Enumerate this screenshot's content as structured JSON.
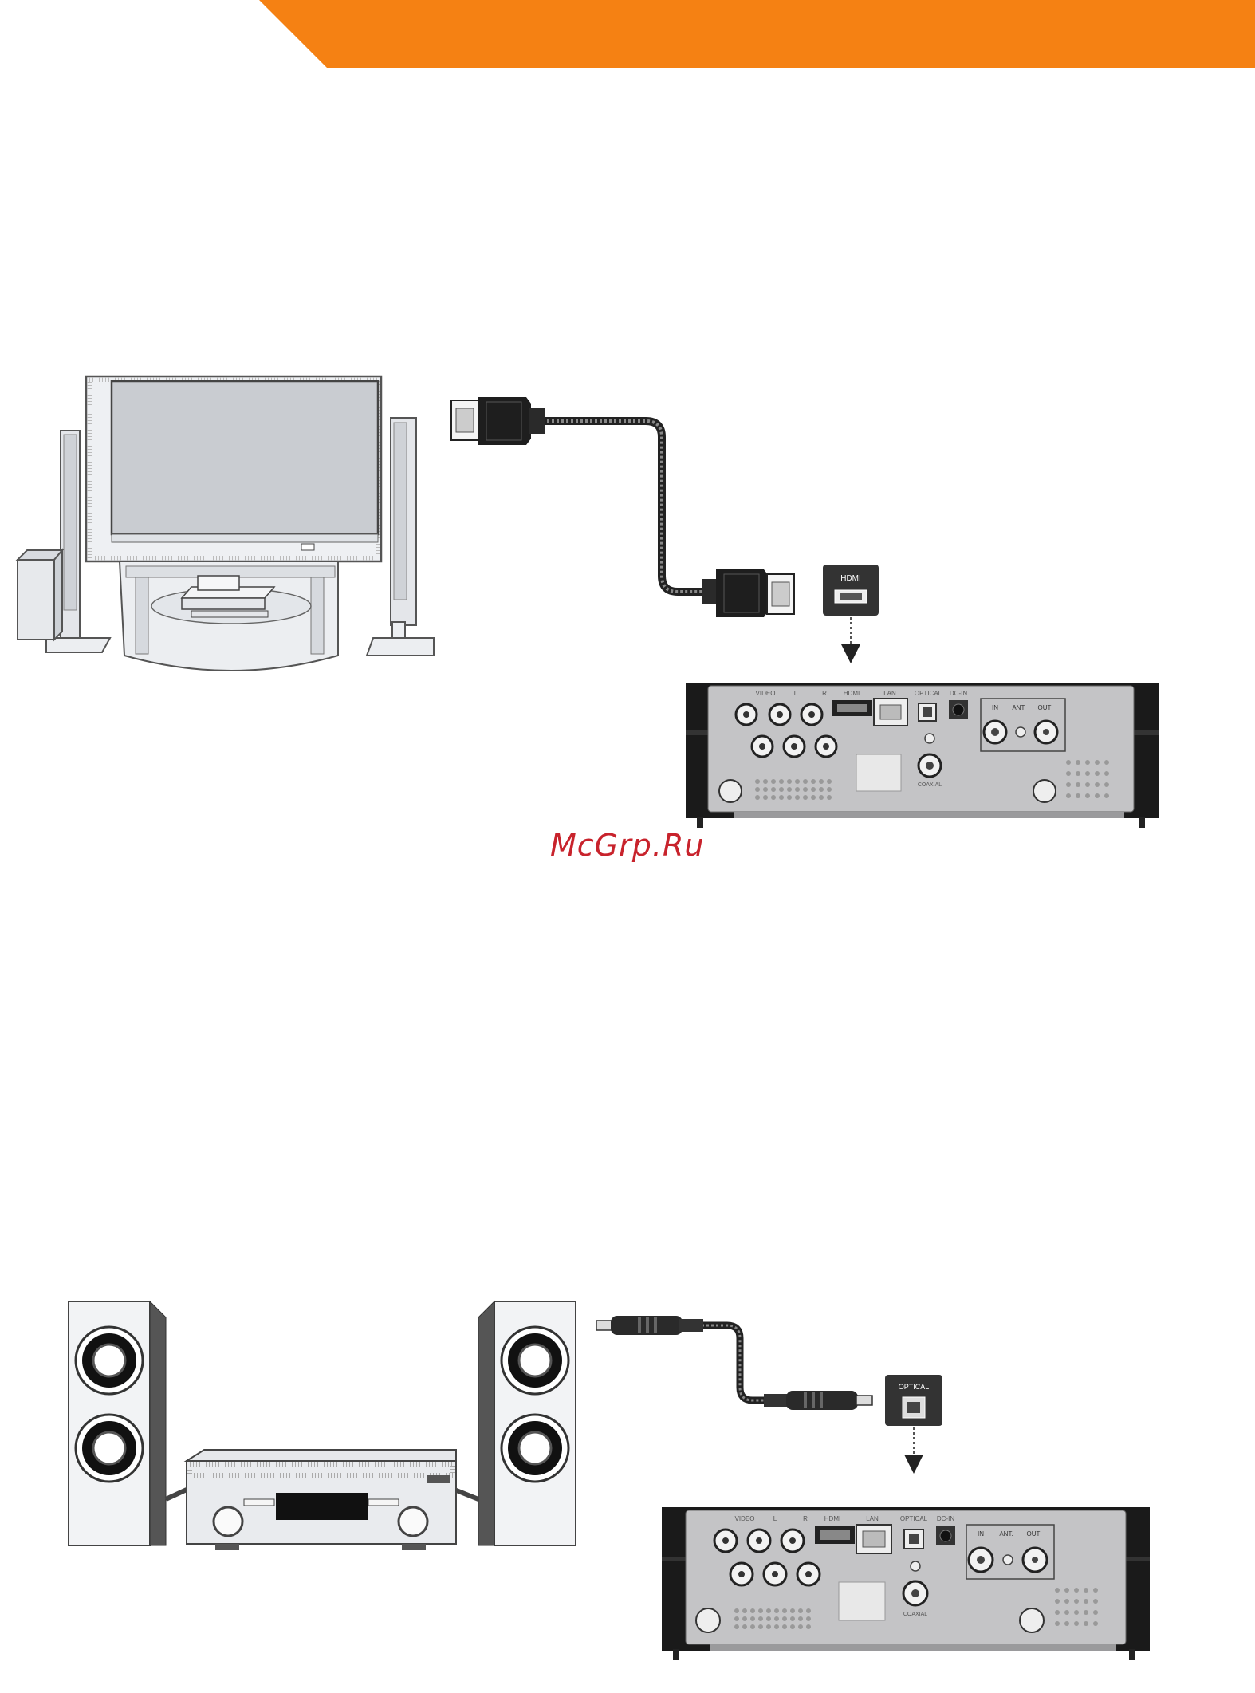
{
  "page": {
    "accent_color": "#f58113",
    "watermark": "McGrp.Ru",
    "watermark_color": "#c8232c"
  },
  "figure_hdmi": {
    "port_callout_label": "HDMI",
    "panel": {
      "labels": [
        "VIDEO",
        "L",
        "R",
        "HDMI",
        "LAN",
        "OPTICAL",
        "DC-IN",
        "IN",
        "ANT.",
        "OUT",
        "COAXIAL"
      ]
    },
    "icons": [
      "tv-icon",
      "speaker-icon",
      "subwoofer-icon",
      "dvd-player-icon",
      "hdmi-cable-icon",
      "arrow-down-icon",
      "media-player-rear-panel-icon"
    ]
  },
  "figure_optical": {
    "port_callout_label": "OPTICAL",
    "panel": {
      "labels": [
        "VIDEO",
        "L",
        "R",
        "HDMI",
        "LAN",
        "OPTICAL",
        "DC-IN",
        "IN",
        "ANT.",
        "OUT",
        "COAXIAL"
      ]
    },
    "icons": [
      "speaker-icon",
      "amplifier-icon",
      "optical-cable-icon",
      "arrow-down-icon",
      "media-player-rear-panel-icon"
    ]
  }
}
